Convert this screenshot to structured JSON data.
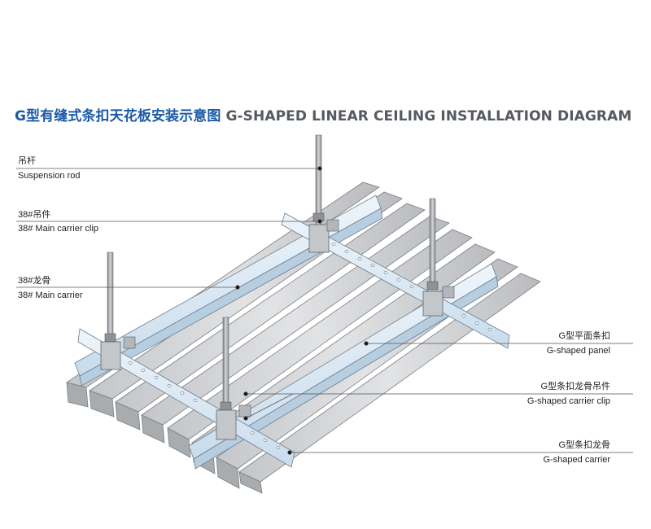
{
  "title": {
    "cn": "G型有缝式条扣天花板安装示意图",
    "en": "G-SHAPED LINEAR CEILING INSTALLATION DIAGRAM"
  },
  "labels": {
    "suspension_rod": {
      "cn": "吊杆",
      "en": "Suspension rod"
    },
    "main_carrier_clip": {
      "cn": "38#吊件",
      "en": "38#  Main carrier clip"
    },
    "main_carrier": {
      "cn": "38#龙骨",
      "en": "38# Main carrier"
    },
    "g_panel": {
      "cn": "G型平面条扣",
      "en": "G-shaped panel"
    },
    "g_carrier_clip": {
      "cn": "G型条扣龙骨吊件",
      "en": "G-shaped carrier clip"
    },
    "g_carrier": {
      "cn": "G型条扣龙骨",
      "en": "G-shaped carrier"
    }
  },
  "colors": {
    "title_cn": "#1b5aa8",
    "title_en": "#555a60",
    "panel": "#cfd1d4",
    "panel_edge": "#777a7e",
    "main_carrier": "#d9e7f2",
    "g_carrier": "#dde9f3",
    "rod": "#9da1a6"
  }
}
